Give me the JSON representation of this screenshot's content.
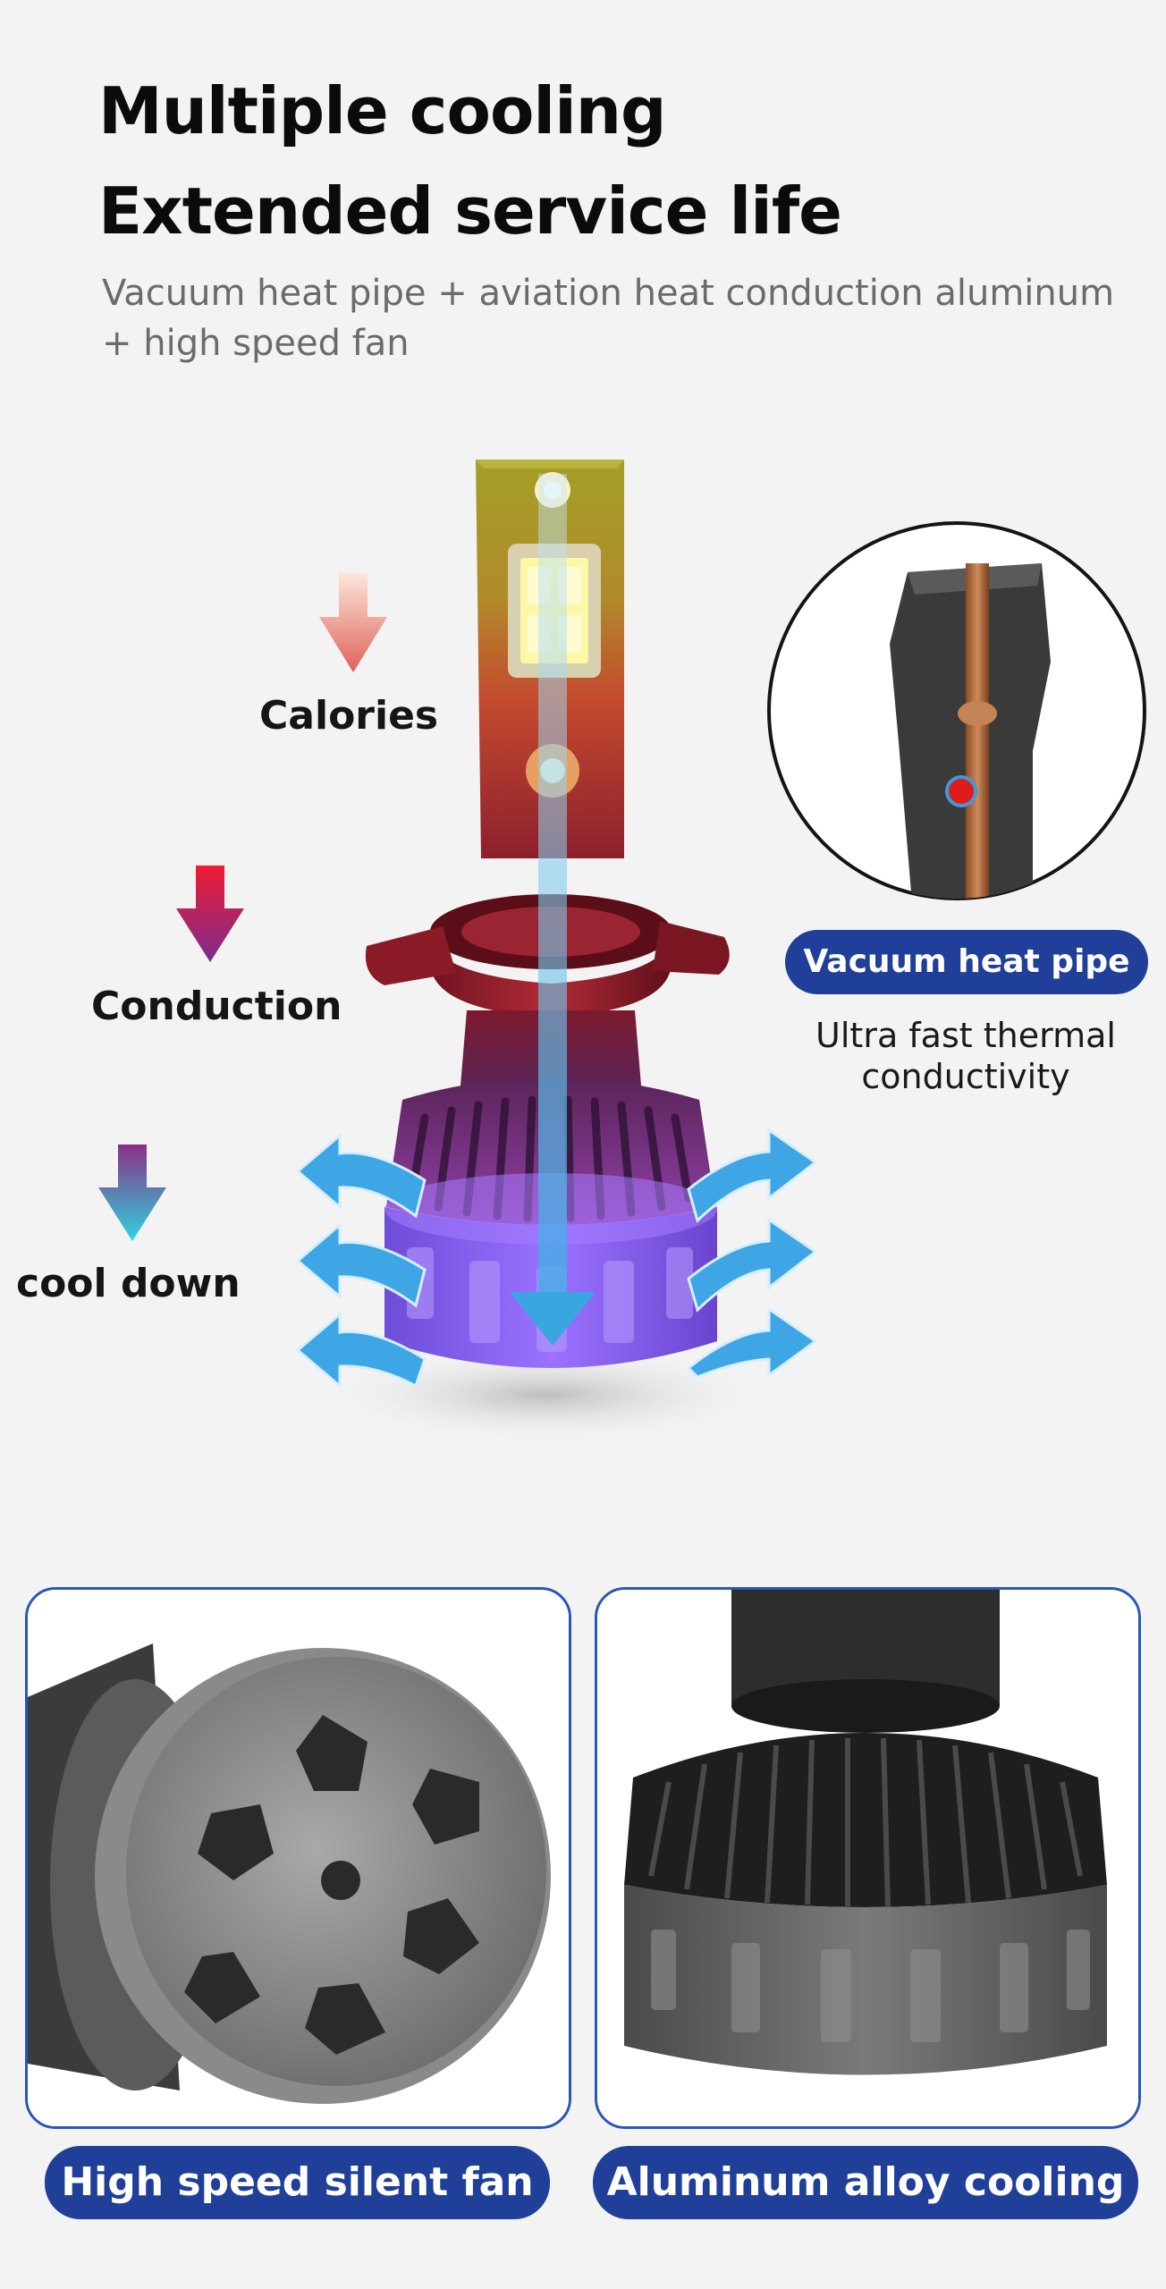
{
  "header": {
    "title_line1": "Multiple cooling",
    "title_line2": "Extended service life",
    "subtitle": "Vacuum heat pipe + aviation heat conduction aluminum + high speed fan"
  },
  "stages": [
    {
      "label": "Calories",
      "arrow_color": "#e0625a"
    },
    {
      "label": "Conduction",
      "arrow_color": "#b4206e"
    },
    {
      "label": "cool down",
      "arrow_color": "#2ec8d6"
    }
  ],
  "heat_pipe": {
    "title": "Vacuum heat pipe",
    "description": "Ultra fast thermal conductivity"
  },
  "features": [
    {
      "label": "High speed silent fan"
    },
    {
      "label": "Aluminum alloy cooling"
    }
  ],
  "colors": {
    "accent_blue": "#1f3f98",
    "card_border": "#2c55b8",
    "airflow": "#3fa6e6",
    "base_purple": "#8b5cf0"
  }
}
